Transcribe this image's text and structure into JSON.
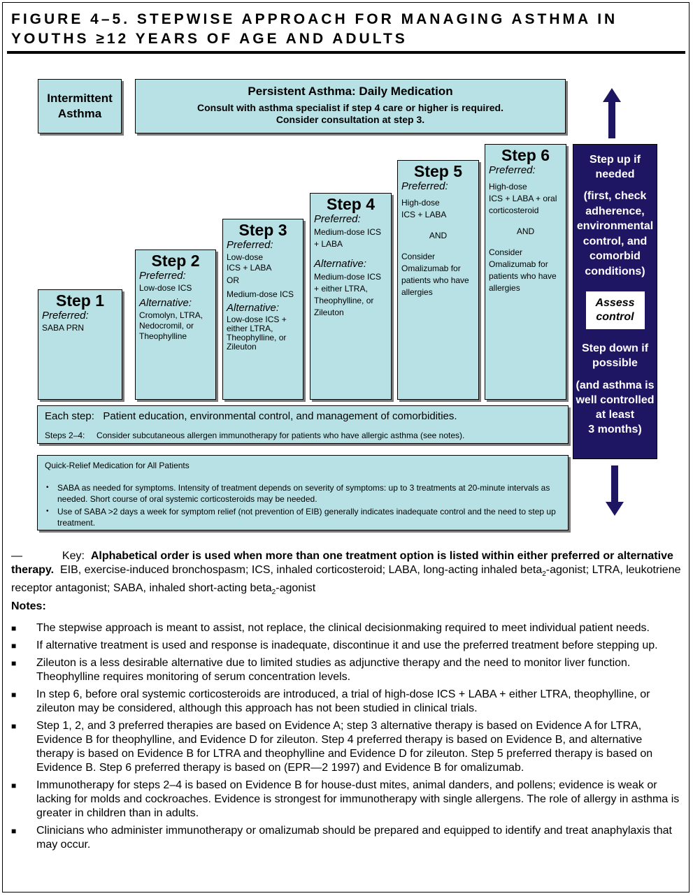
{
  "title": {
    "line1": "FIGURE 4–5.  STEPWISE APPROACH FOR MANAGING ASTHMA IN",
    "line2": "YOUTHS ≥12 YEARS OF AGE AND ADULTS"
  },
  "intermittent": {
    "line1": "Intermittent",
    "line2": "Asthma"
  },
  "persistent": {
    "heading": "Persistent Asthma: Daily Medication",
    "line1": "Consult with asthma specialist if step 4 care or higher is required.",
    "line2": "Consider consultation at step 3."
  },
  "steps": [
    {
      "title": "Step 1",
      "preferred_label": "Preferred:",
      "preferred": [
        "SABA PRN"
      ]
    },
    {
      "title": "Step 2",
      "preferred_label": "Preferred:",
      "preferred": [
        "Low-dose ICS"
      ],
      "alternative_label": "Alternative:",
      "alternative": [
        "Cromolyn, LTRA,",
        "Nedocromil, or",
        "Theophylline"
      ]
    },
    {
      "title": "Step 3",
      "preferred_label": "Preferred:",
      "preferred": [
        "Low-dose",
        "ICS + LABA",
        "OR",
        "Medium-dose ICS"
      ],
      "alternative_label": "Alternative:",
      "alternative": [
        "Low-dose ICS +",
        "either LTRA,",
        "Theophylline, or",
        "Zileuton"
      ]
    },
    {
      "title": "Step 4",
      "preferred_label": "Preferred:",
      "preferred": [
        "Medium-dose ICS",
        "+ LABA"
      ],
      "alternative_label": "Alternative:",
      "alternative": [
        "Medium-dose ICS",
        "+ either LTRA,",
        "Theophylline, or",
        "Zileuton"
      ]
    },
    {
      "title": "Step 5",
      "preferred_label": "Preferred:",
      "preferred": [
        "High-dose",
        "ICS + LABA"
      ],
      "and": "AND",
      "consider": [
        "Consider",
        "Omalizumab for",
        "patients who have",
        "allergies"
      ]
    },
    {
      "title": "Step 6",
      "preferred_label": "Preferred:",
      "preferred": [
        "High-dose",
        "ICS + LABA + oral",
        "corticosteroid"
      ],
      "and": "AND",
      "consider": [
        "Consider",
        "Omalizumab for",
        "patients who have",
        "allergies"
      ]
    }
  ],
  "each_step": {
    "label": "Each step:",
    "text": "Patient education, environmental control, and management of comorbidities.",
    "label2": "Steps 2–4:",
    "text2": "Consider subcutaneous allergen immunotherapy for patients who have allergic asthma (see notes)."
  },
  "quick_relief": {
    "heading": "Quick-Relief Medication for All Patients",
    "items": [
      "SABA as needed for symptoms. Intensity of treatment depends on severity of symptoms: up to 3 treatments at 20-minute intervals as needed.  Short course of oral systemic corticosteroids may be needed.",
      "Use of SABA >2 days a week for symptom relief (not prevention of EIB) generally indicates inadequate control and the need to step up treatment."
    ]
  },
  "sidebar": {
    "step_up": [
      "Step up if",
      "needed"
    ],
    "step_up_detail": [
      "(first, check",
      "adherence,",
      "environmental",
      "control, and",
      "comorbid",
      "conditions)"
    ],
    "assess": [
      "Assess",
      "control"
    ],
    "step_down": [
      "Step down if",
      "possible"
    ],
    "step_down_detail": [
      "(and asthma is",
      "well controlled",
      "at least",
      "3 months)"
    ]
  },
  "key": {
    "dash": "—",
    "label": "Key:",
    "bold": "Alphabetical order is used when more than one treatment option is listed within either preferred or alternative therapy.",
    "text_a": "EIB, exercise-induced bronchospasm; ICS, inhaled corticosteroid; LABA, long-acting inhaled beta",
    "text_b": "-agonist; LTRA, leukotriene receptor antagonist; SABA, inhaled short-acting beta",
    "text_c": "-agonist",
    "sub": "2"
  },
  "notes": {
    "heading": "Notes:",
    "bullet": "■",
    "items": [
      "The stepwise approach is meant to assist, not replace, the clinical decisionmaking required to meet individual patient needs.",
      "If alternative treatment is used and response is inadequate, discontinue it and use the preferred treatment before stepping up.",
      "Zileuton is a less desirable alternative due to limited studies as adjunctive therapy and the need to monitor liver function.  Theophylline requires monitoring of serum concentration levels.",
      "In step 6, before oral systemic corticosteroids are introduced, a trial of high-dose ICS + LABA + either LTRA, theophylline, or zileuton may be considered, although this approach has not been studied in clinical trials.",
      "Step 1, 2, and 3 preferred therapies are based on Evidence A; step 3 alternative therapy is based on Evidence A for LTRA, Evidence B for theophylline, and Evidence D for zileuton.  Step 4 preferred therapy is based on Evidence B, and alternative therapy is based on Evidence B for LTRA and theophylline and Evidence D for zileuton.  Step 5 preferred therapy is based on Evidence B.  Step 6 preferred therapy is based on (EPR—2 1997) and Evidence B for omalizumab.",
      "Immunotherapy for steps 2–4 is based on Evidence B for house-dust mites, animal danders, and pollens; evidence is weak or lacking for molds and cockroaches.  Evidence is strongest for immunotherapy with single allergens.  The role of allergy in asthma is greater in children than in adults.",
      "Clinicians who administer immunotherapy or omalizumab should be prepared and equipped to identify and treat anaphylaxis that may occur."
    ]
  },
  "colors": {
    "box_fill": "#b7e1e5",
    "sidebar_fill": "#1f1663",
    "arrow_fill": "#1f1663"
  }
}
